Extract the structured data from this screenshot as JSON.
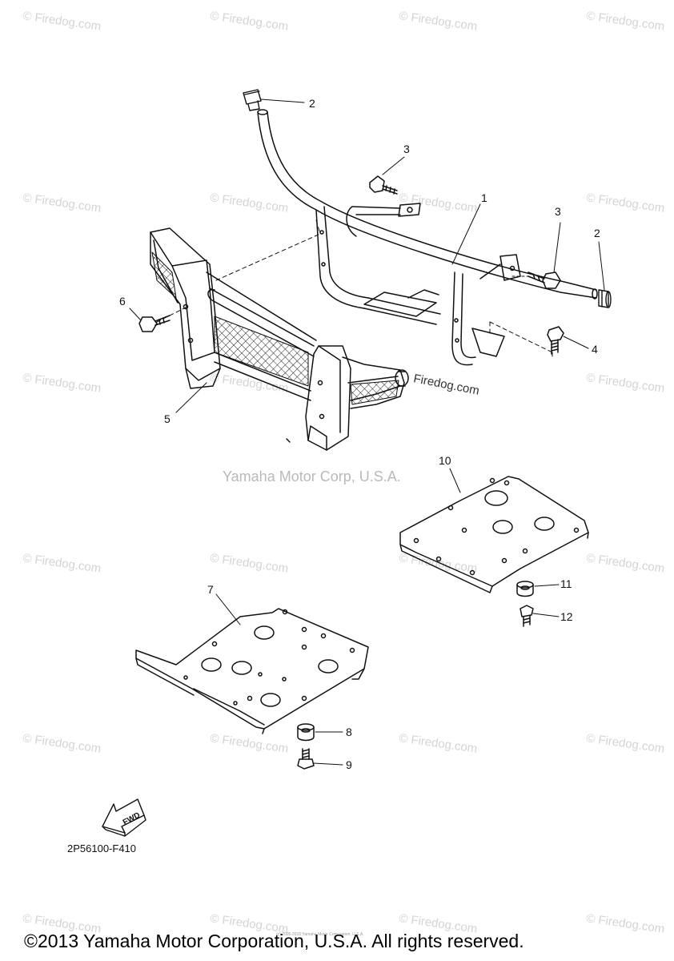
{
  "watermark": {
    "text": "© Firedog.com"
  },
  "site_label": "Firedog.com",
  "manufacturer_watermark": "Yamaha Motor Corp, U.S.A.",
  "callouts": [
    "1",
    "2",
    "2",
    "3",
    "3",
    "4",
    "5",
    "6",
    "7",
    "8",
    "9",
    "10",
    "11",
    "12"
  ],
  "fwd_label": "FWD",
  "part_code": "2P56100-F410",
  "tiny_copyright": "(c) 2005-2015 Yamaha Motor Corporation, U.S.A.",
  "footer_copyright": "©2013 Yamaha Motor Corporation, U.S.A. All rights reserved."
}
